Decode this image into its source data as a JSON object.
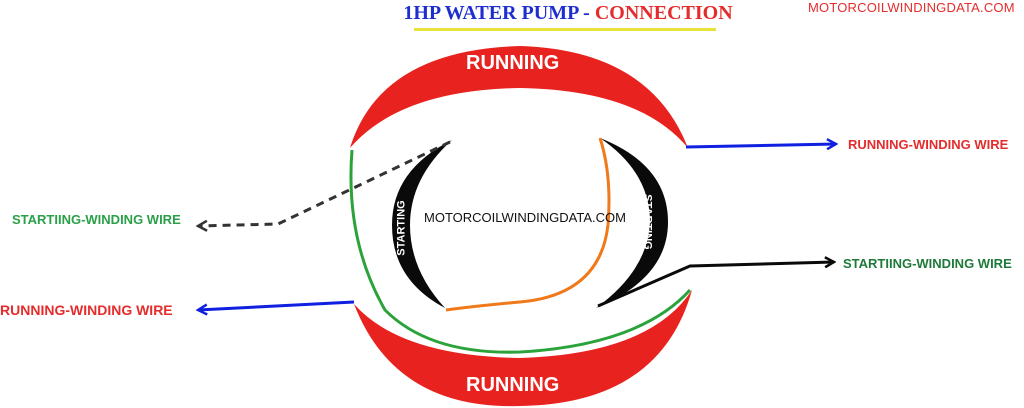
{
  "header": {
    "title_part1": "1HP WATER PUMP - ",
    "title_part2": "CONNECTION",
    "title_color_1": "#1f2fcf",
    "title_color_2": "#e52c2c",
    "underline_color": "#e8e33a",
    "site_watermark": "MOTORCOILWINDINGDATA.COM"
  },
  "diagram": {
    "center_watermark": "MOTORCOILWINDINGDATA.COM",
    "coils": {
      "running_top": "RUNNING",
      "running_bottom": "RUNNING",
      "starting_left": "STARTING",
      "starting_right": "STARTING"
    },
    "labels": {
      "running_winding_right": "RUNNING-WINDING WIRE",
      "starting_winding_right": "STARTIING-WINDING WIRE",
      "starting_winding_left": "STARTIING-WINDING WIRE",
      "running_winding_left": "RUNNING-WINDING WIRE"
    },
    "colors": {
      "running_coil": "#e8231f",
      "starting_coil": "#0a0a0a",
      "running_wire": "#1020e0",
      "starting_wire_left": "#333333",
      "starting_wire_right": "#0a0a0a",
      "green_wire": "#2ba33a",
      "orange_wire": "#f07a1a"
    }
  }
}
